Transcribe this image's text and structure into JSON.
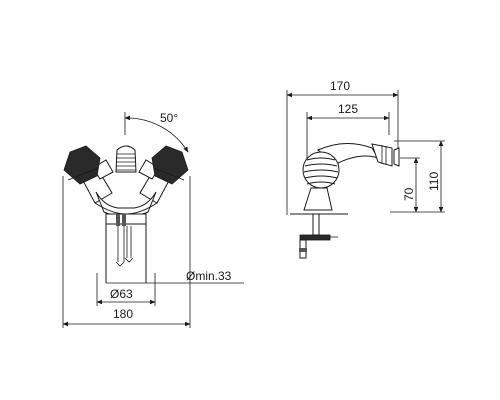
{
  "front_view": {
    "dim_angle": "50°",
    "dim_min_diameter": "Ømin.33",
    "dim_base_diameter": "Ø63",
    "dim_overall_width": "180"
  },
  "side_view": {
    "dim_total_length": "170",
    "dim_spout_reach": "125",
    "dim_outlet_height": "70",
    "dim_total_height": "110"
  },
  "colors": {
    "line": "#1a1a1a",
    "handle_fill": "#2a2a2a",
    "background": "#ffffff"
  }
}
